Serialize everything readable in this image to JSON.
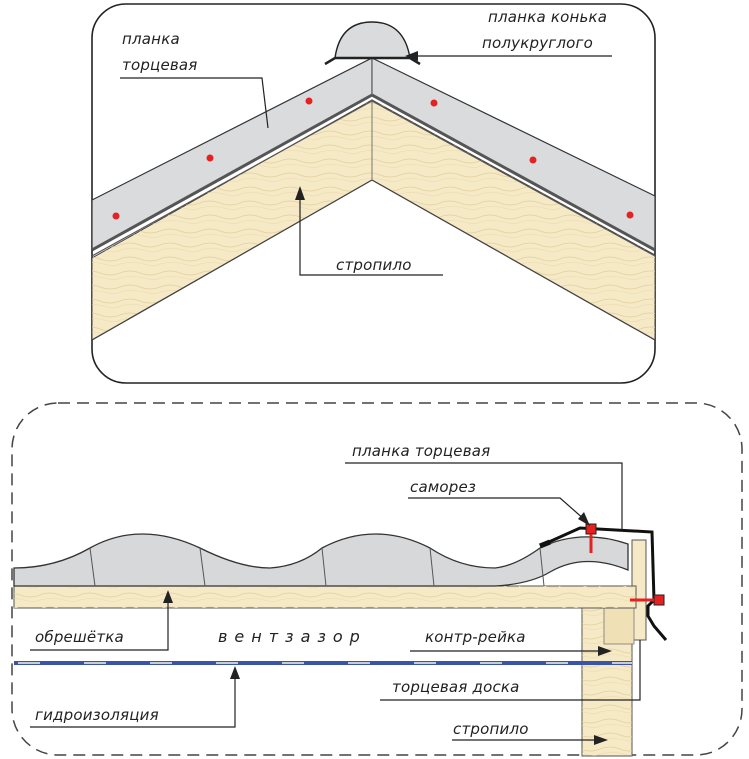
{
  "top_diagram": {
    "labels": {
      "end_plate": "планка\nторцевая",
      "ridge_plate": "планка конька\nполукруглого",
      "rafter": "стропило"
    }
  },
  "bottom_diagram": {
    "labels": {
      "end_plate": "планка торцевая",
      "screw": "саморез",
      "batten": "обрешётка",
      "vent_gap": "вентзазор",
      "counter_batten": "контр-рейка",
      "fascia_board": "торцевая доска",
      "waterproofing": "гидроизоляция",
      "rafter": "стропило"
    }
  },
  "colors": {
    "wood": "#f6e9c6",
    "wood_grain": "#e2cf9f",
    "metal": "#d9dbdd",
    "screw_marker": "#e52222",
    "membrane": "#3a55a8",
    "membrane_dash": "#c8ccd6",
    "outline": "#222222"
  }
}
